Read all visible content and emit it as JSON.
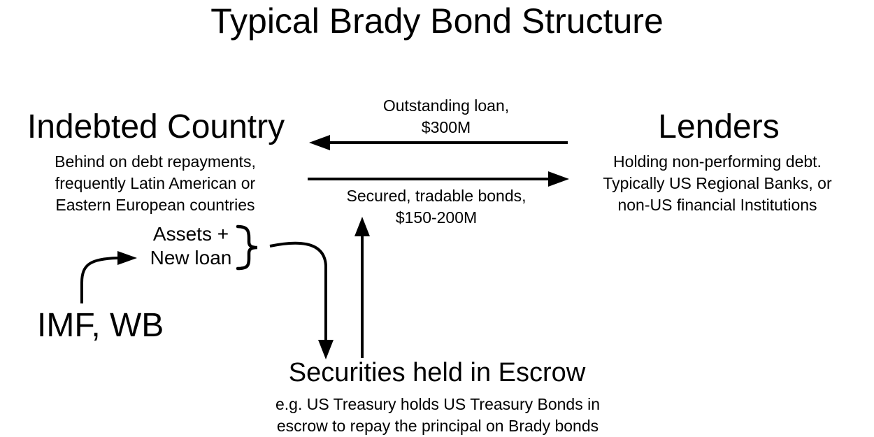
{
  "title": "Typical Brady Bond Structure",
  "indebted_country": {
    "name": "Indebted Country",
    "description": [
      "Behind on debt repayments,",
      "frequently Latin American or",
      "Eastern European countries"
    ]
  },
  "lenders": {
    "name": "Lenders",
    "description": [
      "Holding non-performing debt.",
      "Typically US Regional Banks, or",
      "non-US financial Institutions"
    ]
  },
  "flows": {
    "outstanding_loan": [
      "Outstanding loan,",
      "$300M"
    ],
    "bonds": [
      "Secured, tradable bonds,",
      "$150-200M"
    ],
    "assets": [
      "Assets +",
      "New loan"
    ],
    "brace": "}"
  },
  "imf": "IMF, WB",
  "escrow": {
    "name": "Securities held in Escrow",
    "description": [
      "e.g. US Treasury holds US Treasury Bonds in",
      "escrow to repay the principal on Brady bonds"
    ]
  }
}
